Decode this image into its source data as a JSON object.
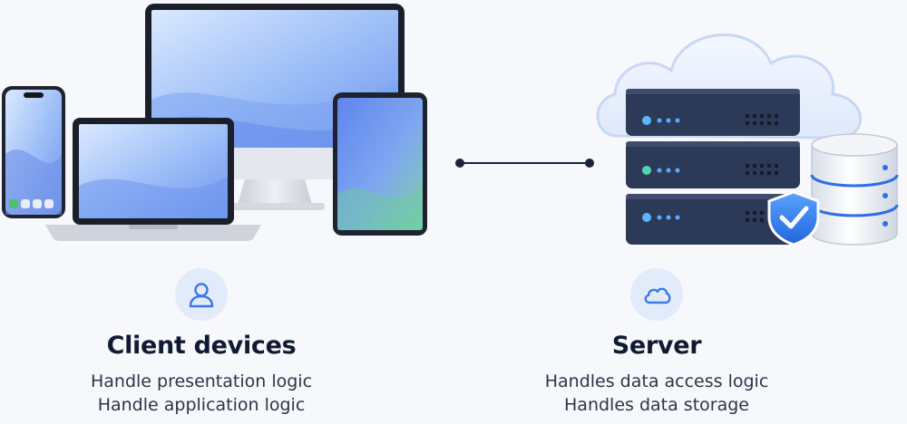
{
  "client": {
    "title": "Client devices",
    "lines": [
      "Handle presentation logic",
      "Handle application logic"
    ],
    "icon": "user-icon"
  },
  "server": {
    "title": "Server",
    "lines": [
      "Handles data access logic",
      "Handles data storage"
    ],
    "icon": "cloud-icon"
  },
  "colors": {
    "accent": "#3b78e7",
    "title": "#111a33",
    "text": "#2c3446",
    "server_body": "#2d3a57"
  }
}
